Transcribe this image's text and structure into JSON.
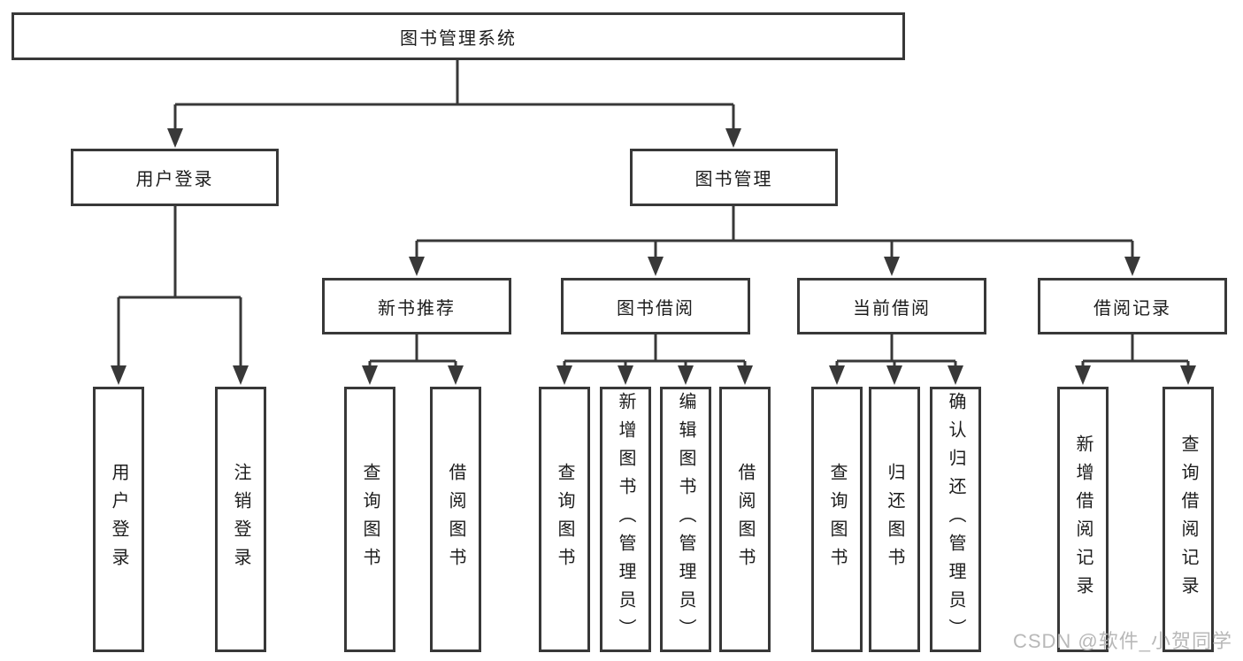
{
  "diagram": {
    "root": {
      "label": "图书管理系统"
    },
    "branches": [
      {
        "label": "用户登录",
        "children": [
          {
            "label": "用户登录"
          },
          {
            "label": "注销登录"
          }
        ]
      },
      {
        "label": "图书管理",
        "sections": [
          {
            "label": "新书推荐",
            "children": [
              {
                "label": "查询图书"
              },
              {
                "label": "借阅图书"
              }
            ]
          },
          {
            "label": "图书借阅",
            "children": [
              {
                "label": "查询图书"
              },
              {
                "label": "新增图书（管理员）"
              },
              {
                "label": "编辑图书（管理员）"
              },
              {
                "label": "借阅图书"
              }
            ]
          },
          {
            "label": "当前借阅",
            "children": [
              {
                "label": "查询图书"
              },
              {
                "label": "归还图书"
              },
              {
                "label": "确认归还（管理员）"
              }
            ]
          },
          {
            "label": "借阅记录",
            "children": [
              {
                "label": "新增借阅记录"
              },
              {
                "label": "查询借阅记录"
              }
            ]
          }
        ]
      }
    ],
    "watermark": {
      "text": "CSDN @软件_小贺同学"
    }
  },
  "colors": {
    "line": "#383838",
    "box_border": "#383838",
    "text": "#1c1c1c",
    "background": "#ffffff",
    "watermark": "#b8b8b8"
  }
}
